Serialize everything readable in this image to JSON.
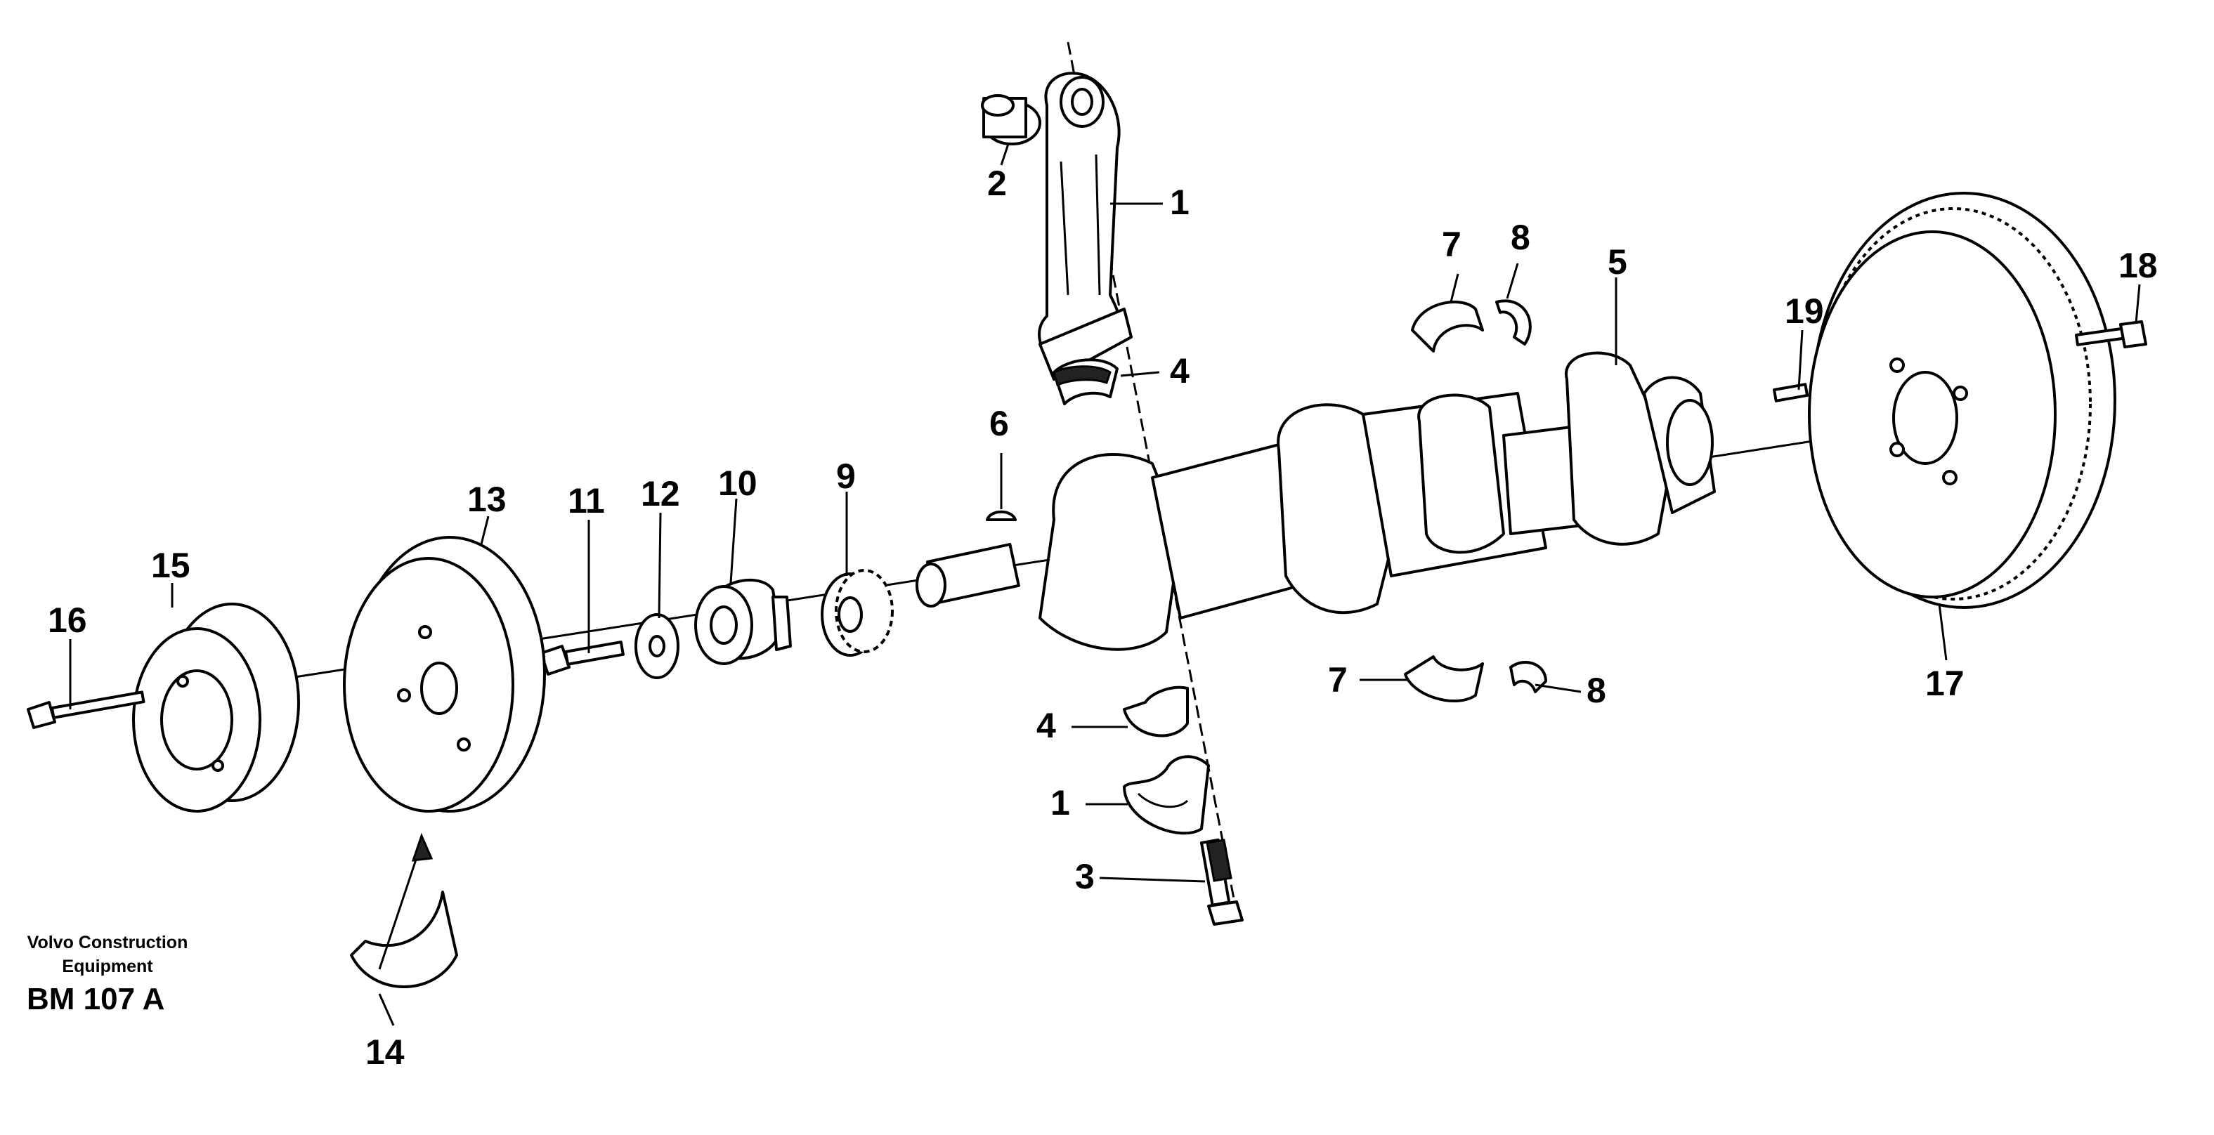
{
  "credit": {
    "line1": "Volvo Construction",
    "line2": "Equipment"
  },
  "figure_code": "BM 107 A",
  "callouts": {
    "c1_top": "1",
    "c2": "2",
    "c7_top": "7",
    "c8_top": "8",
    "c5": "5",
    "c18": "18",
    "c19": "19",
    "c4_top": "4",
    "c6": "6",
    "c13": "13",
    "c11": "11",
    "c12": "12",
    "c10": "10",
    "c9": "9",
    "c15": "15",
    "c16": "16",
    "c7_low": "7",
    "c8_low": "8",
    "c17": "17",
    "c4_low": "4",
    "c1_low": "1",
    "c3": "3",
    "c14": "14"
  },
  "parts": [
    "connecting-rod",
    "small-end-bushing",
    "connecting-rod-bolt",
    "big-end-bearing-shell",
    "crankshaft",
    "woodruff-key",
    "main-bearing-shell",
    "thrust-washer",
    "crankshaft-gear",
    "hub",
    "washer",
    "pulley-bolt",
    "vibration-damper",
    "damper-insert",
    "v-belt-pulley",
    "pulley-screw",
    "flywheel",
    "flywheel-bolt",
    "guide-pin"
  ]
}
